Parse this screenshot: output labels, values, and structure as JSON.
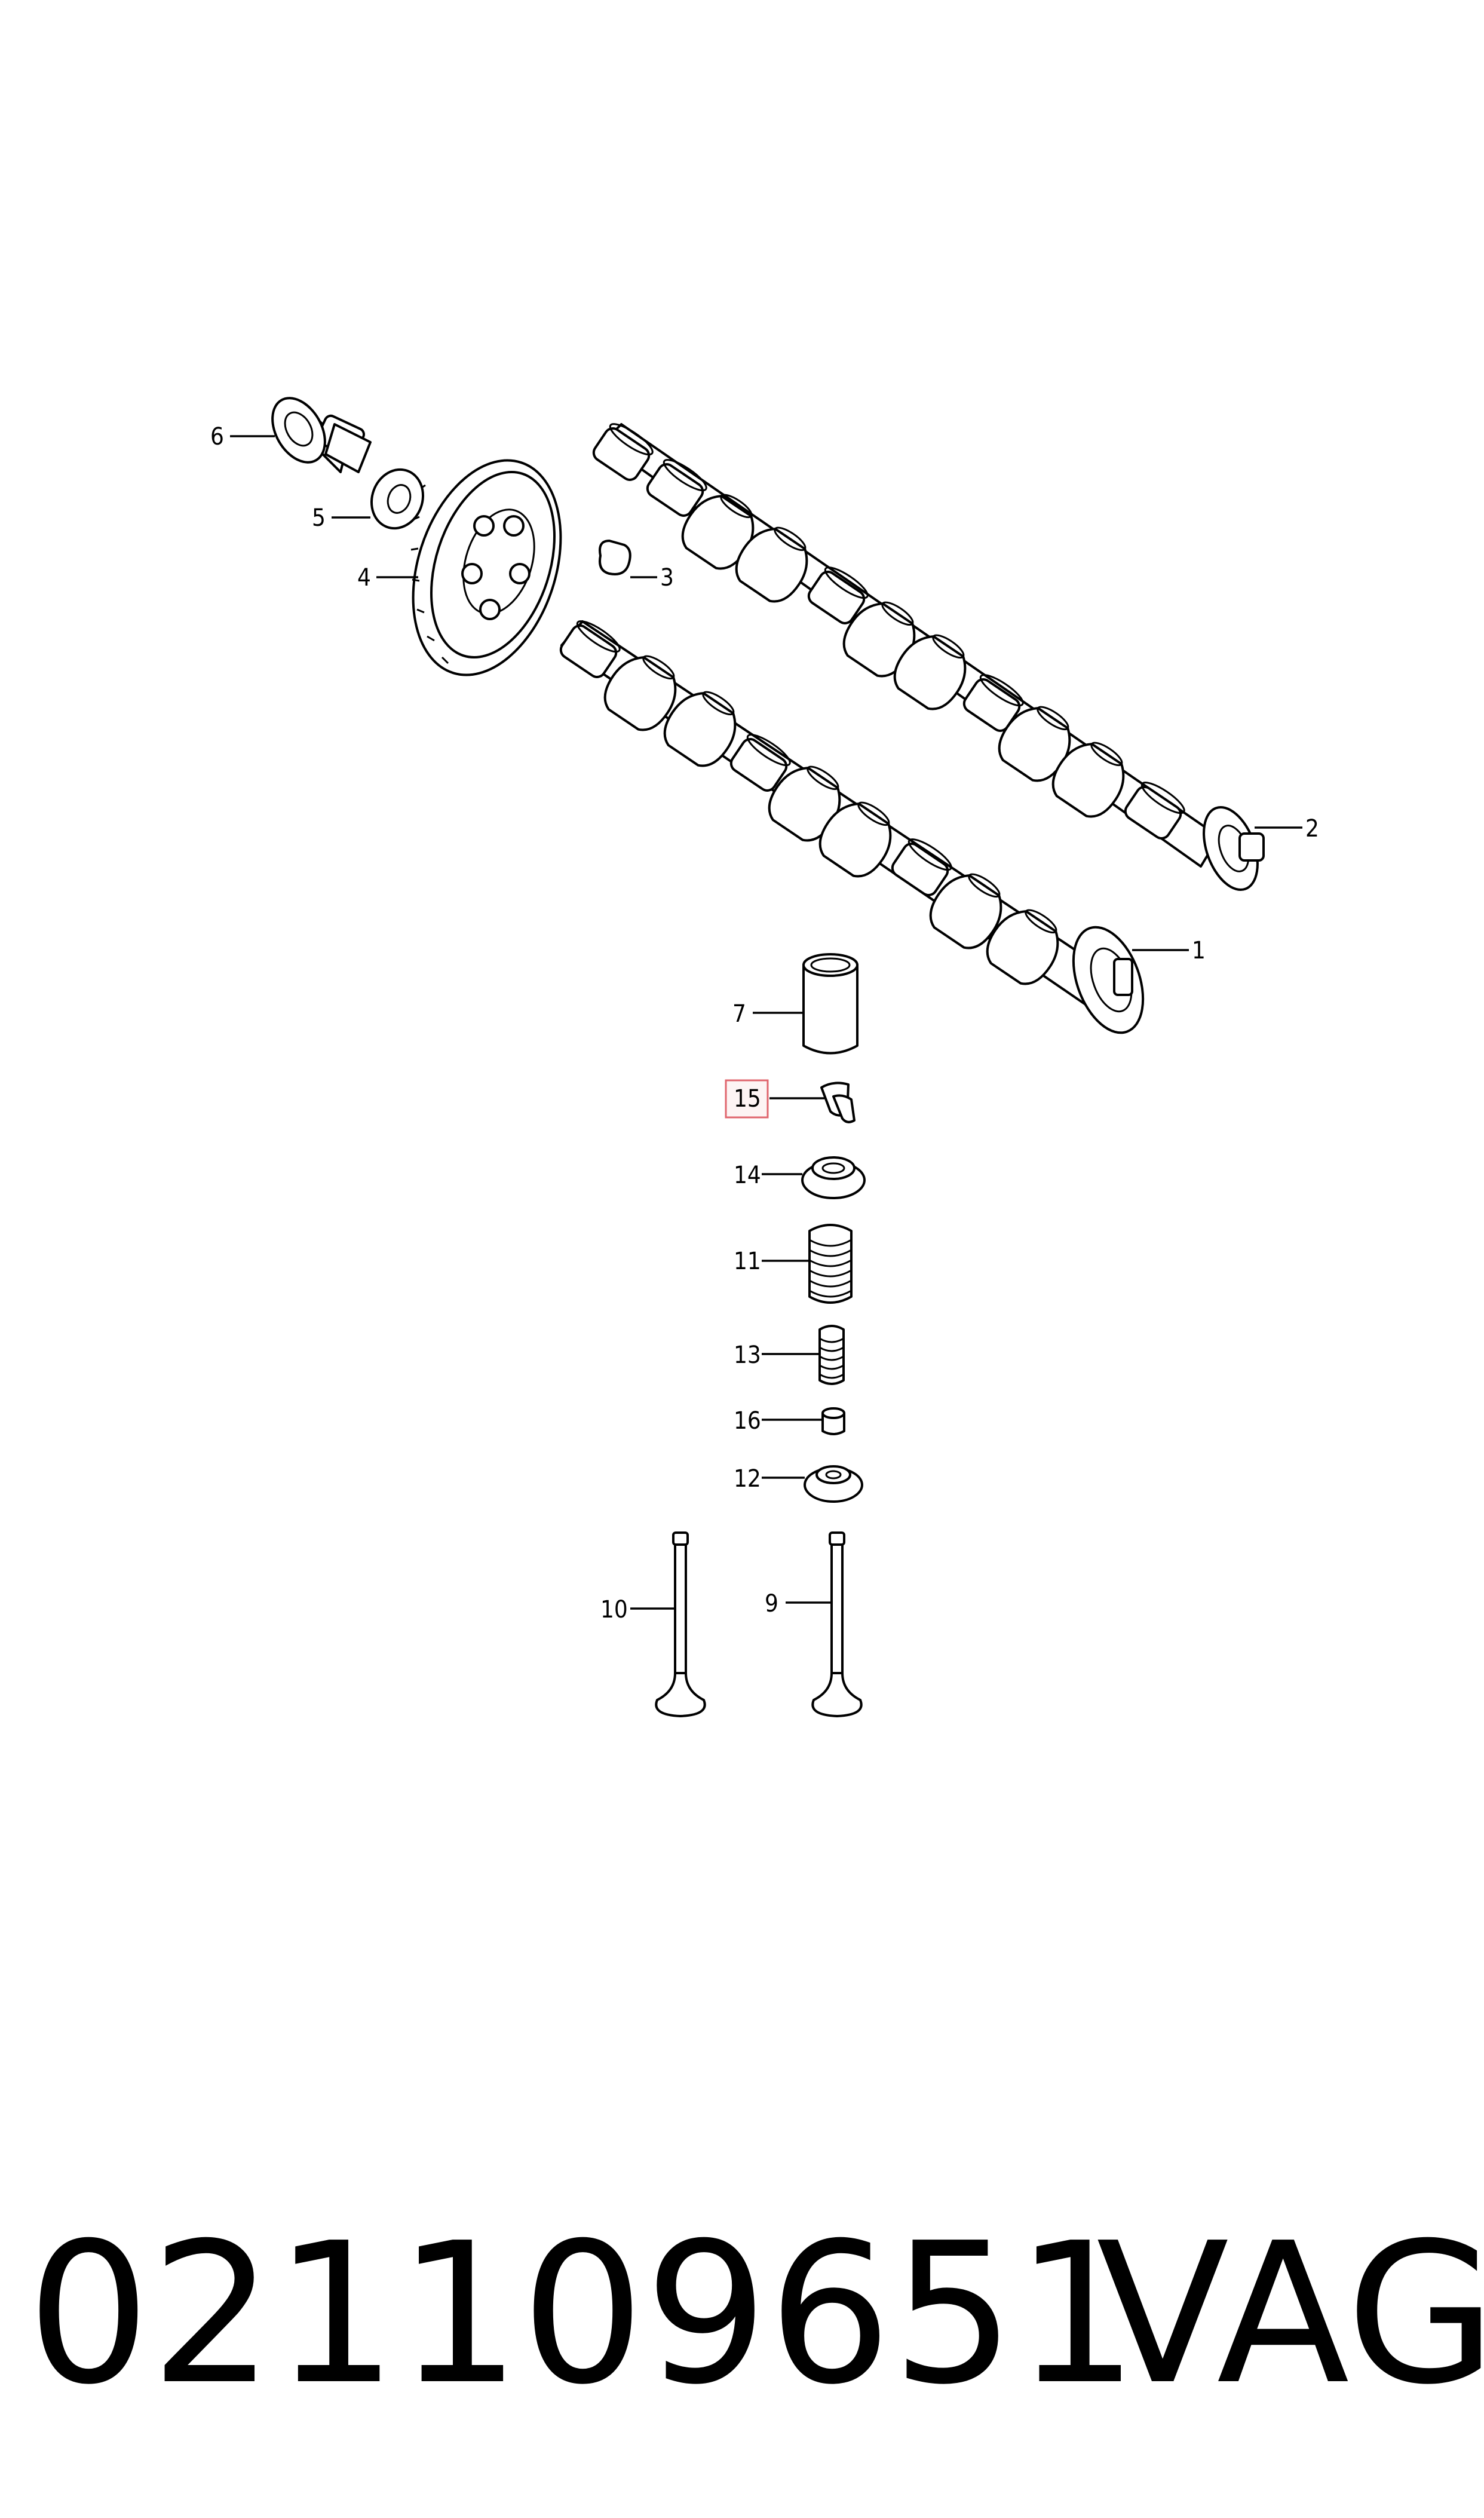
{
  "callouts": [
    {
      "id": "1",
      "label": "1",
      "name": "camshaft-lower"
    },
    {
      "id": "2",
      "label": "2",
      "name": "camshaft-upper"
    },
    {
      "id": "3",
      "label": "3",
      "name": "woodruff-key"
    },
    {
      "id": "4",
      "label": "4",
      "name": "camshaft-sprocket"
    },
    {
      "id": "5",
      "label": "5",
      "name": "washer"
    },
    {
      "id": "6",
      "label": "6",
      "name": "sprocket-bolt"
    },
    {
      "id": "7",
      "label": "7",
      "name": "hydraulic-tappet"
    },
    {
      "id": "9",
      "label": "9",
      "name": "valve-right"
    },
    {
      "id": "10",
      "label": "10",
      "name": "valve-left"
    },
    {
      "id": "11",
      "label": "11",
      "name": "outer-valve-spring"
    },
    {
      "id": "12",
      "label": "12",
      "name": "spring-seat"
    },
    {
      "id": "13",
      "label": "13",
      "name": "inner-valve-spring"
    },
    {
      "id": "14",
      "label": "14",
      "name": "valve-spring-retainer"
    },
    {
      "id": "15",
      "label": "15",
      "name": "valve-cotter"
    },
    {
      "id": "16",
      "label": "16",
      "name": "valve-stem-seal"
    }
  ],
  "highlighted_callout": "15",
  "footer": {
    "part_number": "021109651",
    "brand": "VAG"
  },
  "colors": {
    "line": "#000000",
    "background": "#ffffff",
    "highlight_border": "#e0666e",
    "highlight_fill": "#fdf4f4"
  }
}
